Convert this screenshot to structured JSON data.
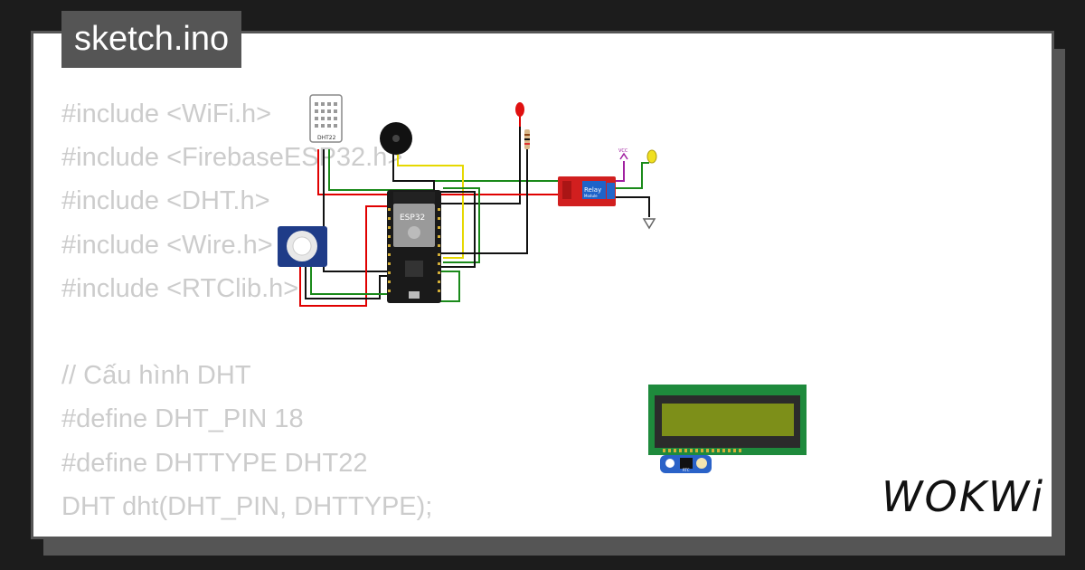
{
  "file": {
    "name": "sketch.ino"
  },
  "code": {
    "lines": [
      "#include <WiFi.h>",
      "#include <FirebaseESP32.h>",
      "#include <DHT.h>",
      "#include <Wire.h>",
      "#include <RTClib.h>",
      "",
      "// Cấu hình DHT",
      "#define DHT_PIN 18",
      "#define DHTTYPE DHT22",
      "DHT dht(DHT_PIN, DHTTYPE);"
    ]
  },
  "components": {
    "dht_label": "DHT22",
    "esp_label": "ESP32",
    "relay_label": "Relay",
    "relay_sub": "Module",
    "vcc_label": "VCC",
    "rtc_label": "RTC"
  },
  "brand": {
    "logo": "WOKWi"
  },
  "colors": {
    "background": "#1c1c1c",
    "card": "#ffffff",
    "frame": "#555555",
    "code_text": "#cccccc",
    "wire_red": "#e00000",
    "wire_black": "#111111",
    "wire_green": "#1a8a1a",
    "wire_yellow": "#e6d800",
    "relay_board": "#d11f1f",
    "lcd_board": "#1e8a3c",
    "lcd_screen": "#7d8f19"
  }
}
